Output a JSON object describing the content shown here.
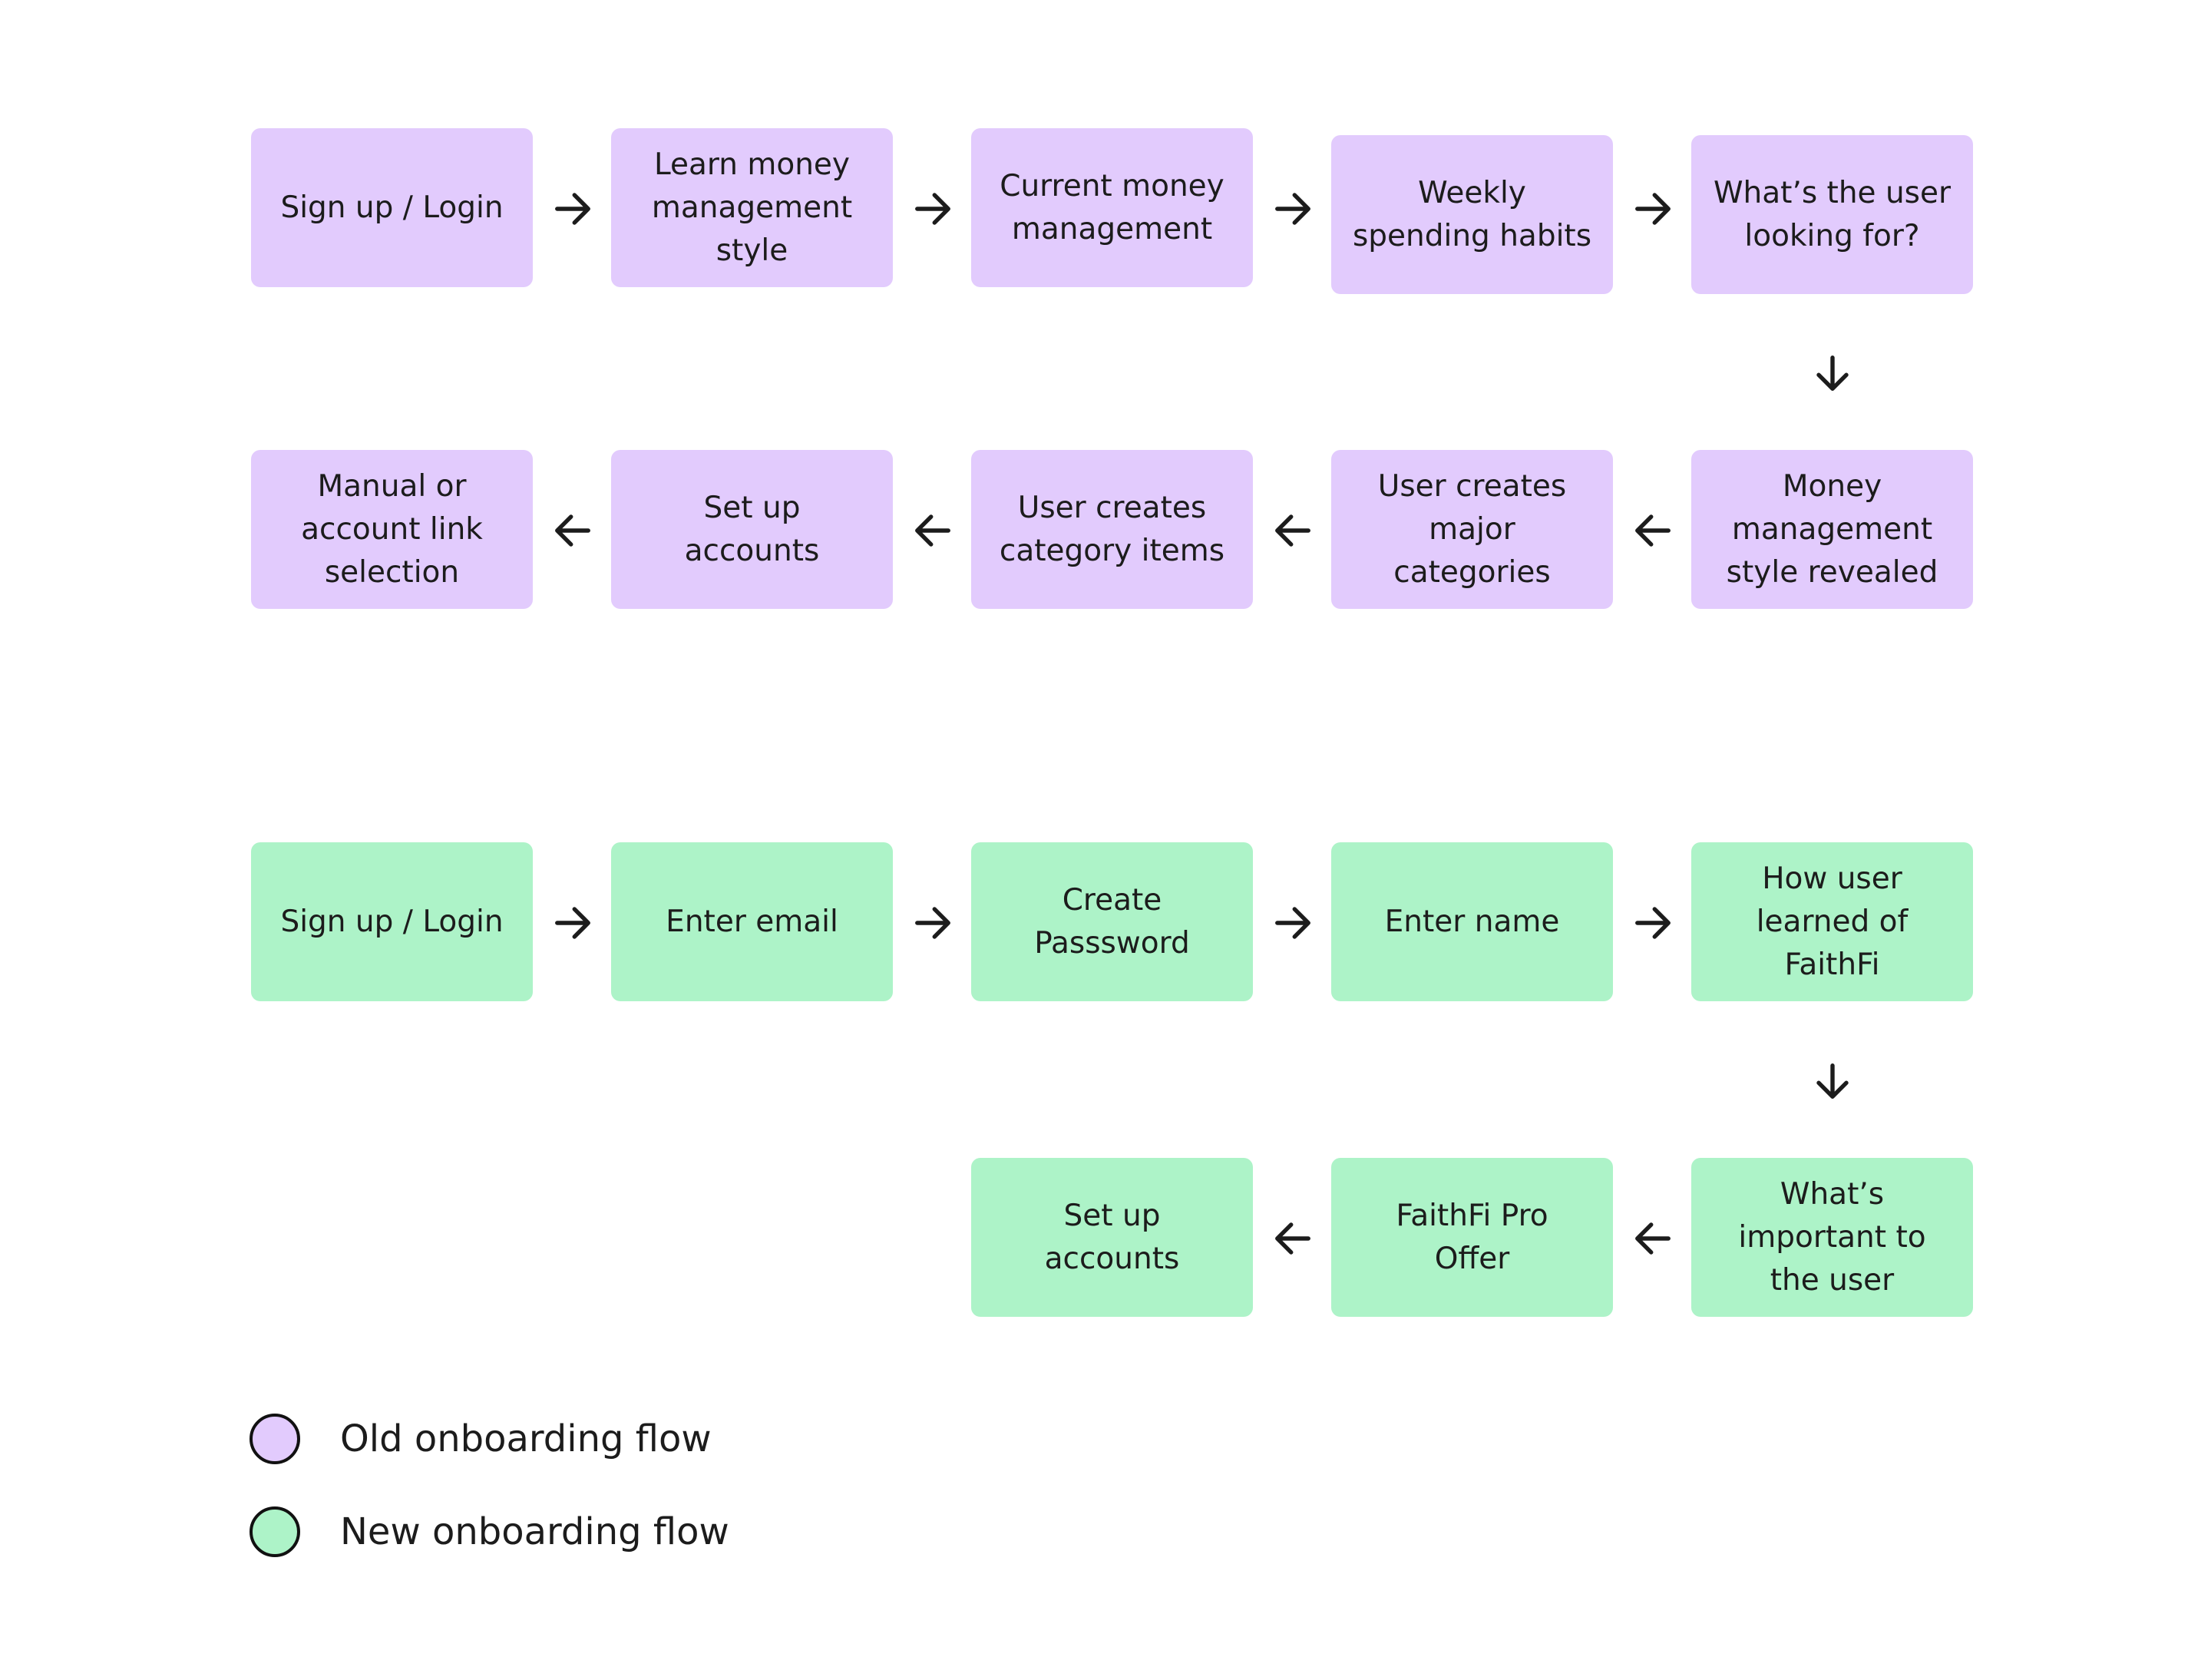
{
  "colors": {
    "old_flow": "#e2cbfd",
    "new_flow": "#adf3c8",
    "arrow": "#1c1c1c",
    "text": "#1c1c1c"
  },
  "old_flow": {
    "steps": [
      "Sign up / Login",
      "Learn money\nmanagement\nstyle",
      "Current money\nmanagement",
      "Weekly\nspending habits",
      "What’s the user\nlooking for?",
      "Money\nmanagement\nstyle revealed",
      "User creates\nmajor\ncategories",
      "User creates\ncategory items",
      "Set up\naccounts",
      "Manual or\naccount link\nselection"
    ]
  },
  "new_flow": {
    "steps": [
      "Sign up / Login",
      "Enter email",
      "Create\nPasssword",
      "Enter name",
      "How user\nlearned of\nFaithFi",
      "What’s\nimportant to\nthe user",
      "FaithFi Pro\nOffer",
      "Set up\naccounts"
    ]
  },
  "legend": {
    "items": [
      {
        "label": "Old onboarding flow",
        "color": "#e2cbfd"
      },
      {
        "label": "New onboarding flow",
        "color": "#adf3c8"
      }
    ]
  },
  "icons": {
    "right": "arrow-right-icon",
    "left": "arrow-left-icon",
    "down": "arrow-down-icon"
  }
}
